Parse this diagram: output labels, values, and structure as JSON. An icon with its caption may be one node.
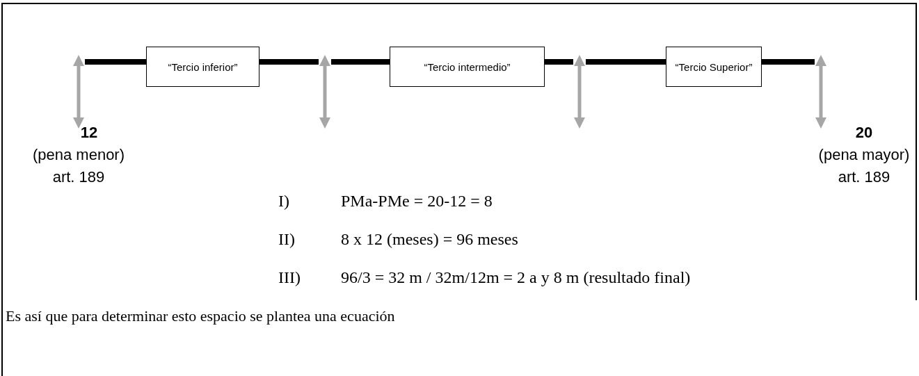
{
  "diagram": {
    "nodes": [
      {
        "text": [],
        "shape": "arrow",
        "beside": [
          "12",
          "(pena menor)",
          "art. 189"
        ]
      },
      {
        "text": [
          "“Tercio inferior”"
        ]
      },
      {
        "text": [],
        "shape": "arrow"
      },
      {
        "text": [
          "“Tercio intermedio”"
        ]
      },
      {
        "text": [],
        "shape": "arrow"
      },
      {
        "text": [
          "“Tercio Superior”"
        ]
      },
      {
        "text": [],
        "shape": "arrow",
        "beside": [
          "20",
          "(pena mayor)",
          "art. 189"
        ]
      }
    ],
    "edges": [
      {
        "from": 0,
        "to": 1,
        "arrow": "none"
      },
      {
        "from": 1,
        "to": 2,
        "arrow": "none"
      },
      {
        "from": 2,
        "to": 3,
        "arrow": "none"
      },
      {
        "from": 3,
        "to": 4,
        "arrow": "none"
      },
      {
        "from": 4,
        "to": 5,
        "arrow": "none"
      },
      {
        "from": 5,
        "to": 6,
        "arrow": "none"
      }
    ],
    "labels": [
      "I)",
      "PMa-PMe = 20-12 = 8",
      "II)",
      "8 x 12 (meses) = 96 meses",
      "III)",
      "96/3 = 32 m / 32m/12m = 2 a y 8 m (resultado final)",
      "Es así que para determinar esto espacio se plantea una ecuación"
    ]
  }
}
